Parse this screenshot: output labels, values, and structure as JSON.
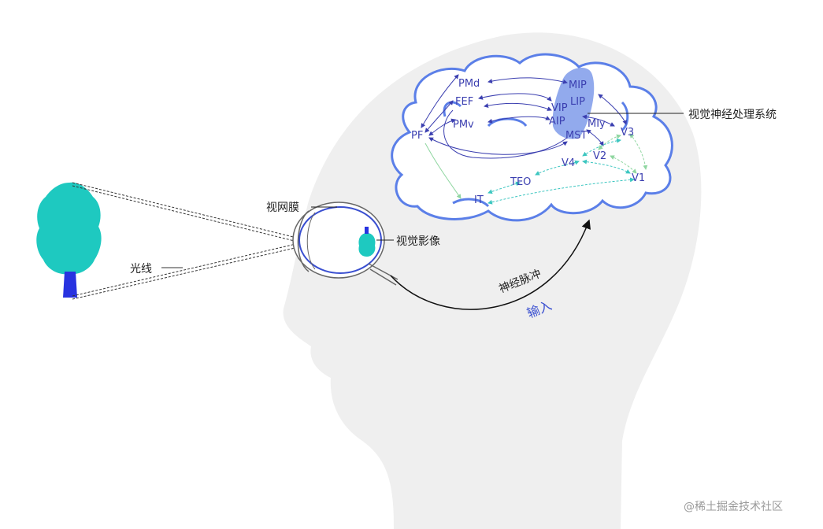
{
  "labels": {
    "light_rays": "光线",
    "retina": "视网膜",
    "visual_image": "视觉影像",
    "nerve_impulse": "神经脉冲",
    "input": "输入",
    "visual_system": "视觉神经处理系统"
  },
  "regions": {
    "PMd": "PMd",
    "FEF": "FEF",
    "PMv": "PMv",
    "PF": "PF",
    "MIP": "MIP",
    "LIP": "LIP",
    "VIP": "VIP",
    "AIP": "AIP",
    "MIy": "MIy",
    "MST": "MST",
    "V3": "V3",
    "V2": "V2",
    "V4": "V4",
    "V1": "V1",
    "TEO": "TEO",
    "IT": "IT"
  },
  "watermark": "@稀土掘金技术社区",
  "colors": {
    "head": "#efefef",
    "brain_outline": "#5b7fe8",
    "tree_crown": "#1ec9c0",
    "tree_trunk": "#2833e0",
    "dorsal_arrows": "#3b3fb0",
    "ventral_arrows": "#3cc6c0",
    "green_arrows": "#8fd6a0",
    "parietal_patch": "#7f9bea"
  }
}
